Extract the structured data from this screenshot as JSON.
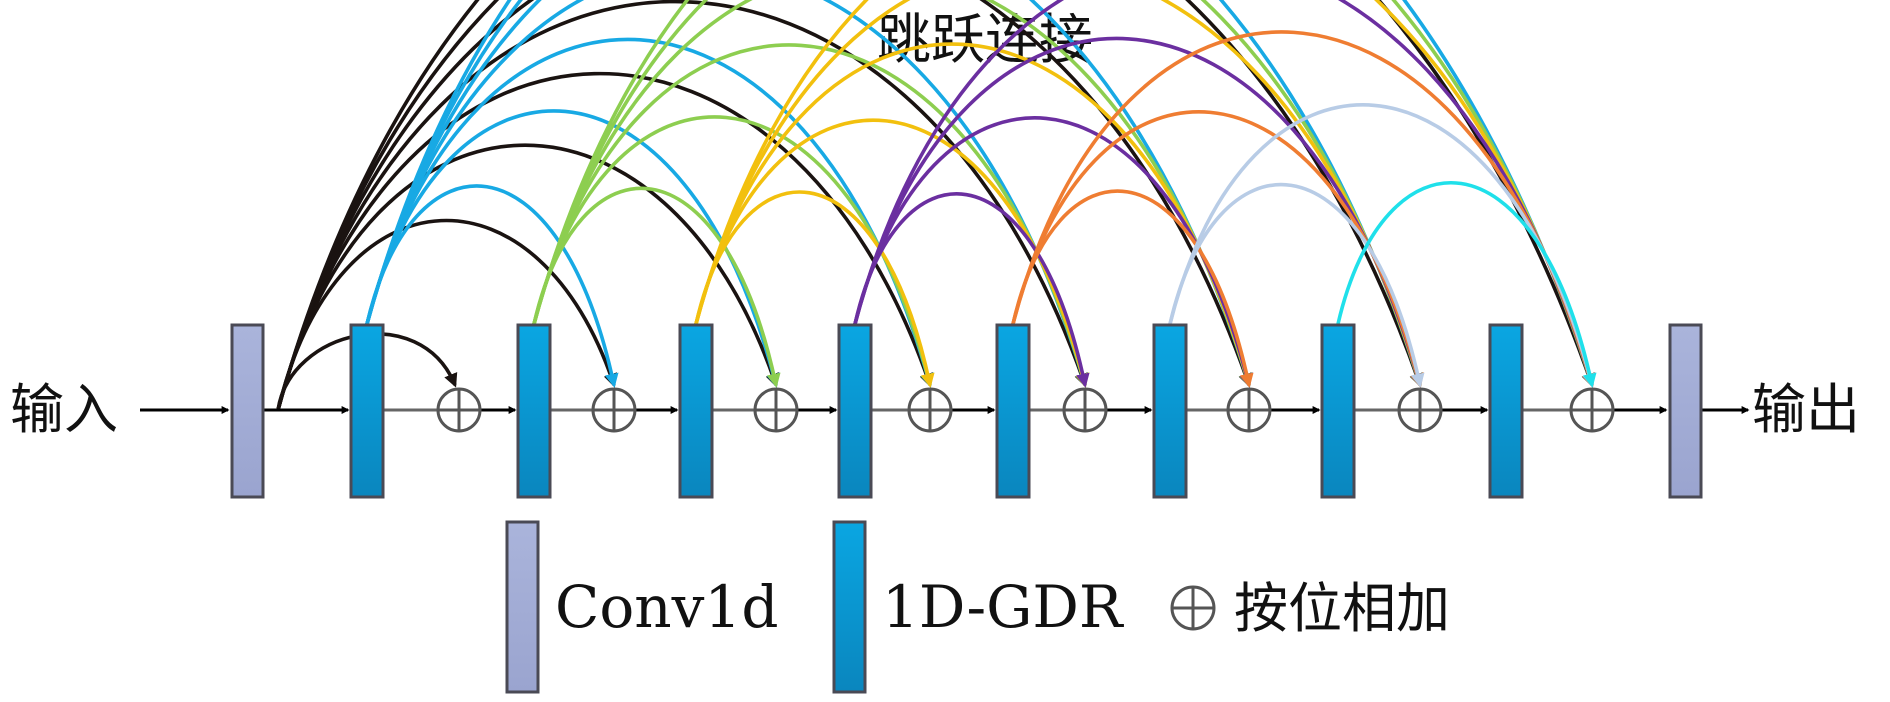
{
  "title": "跳跃连接",
  "input_label": "输入",
  "output_label": "输出",
  "legend": {
    "conv_label": "Conv1d",
    "gdr_label": "1D-GDR",
    "add_label": "按位相加"
  },
  "colors": {
    "conv_fill": "#aab4db",
    "gdr_fill": "#0aa6e2",
    "block_stroke": "#4a4a55",
    "main_arrow": "#000000",
    "sum_node": "#555555",
    "skip_source_colors": [
      "#1a1311",
      "#18a9e4",
      "#8dce50",
      "#f2c00e",
      "#6b2fa0",
      "#ef7d32",
      "#b8cce6",
      "#1fe0ea",
      "#f23fc7"
    ]
  },
  "structure": {
    "gdr_block_count": 8,
    "sum_node_count": 8,
    "conv_block_count": 2
  }
}
